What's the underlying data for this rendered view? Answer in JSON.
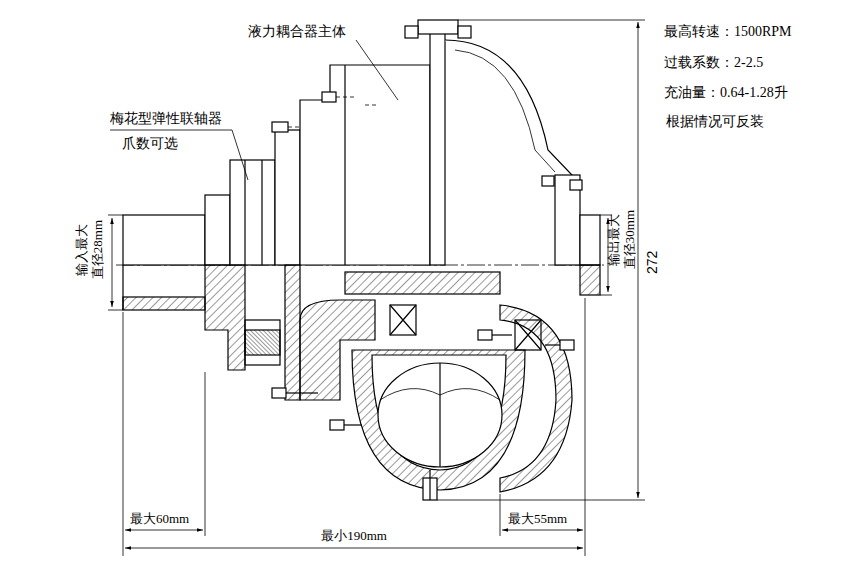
{
  "diagram": {
    "labels": [
      "液力耦合器主体",
      "梅花型弹性联轴器",
      "爪数可选",
      "最高转速：1500RPM",
      "过载系数：2-2.5",
      "充油量：0.64-1.28升",
      "根据情况可反装",
      "输入最大 直径28mm",
      "输出最大 直径30mm",
      "272",
      "最大60mm",
      "最小190mm",
      "最大55mm"
    ]
  }
}
